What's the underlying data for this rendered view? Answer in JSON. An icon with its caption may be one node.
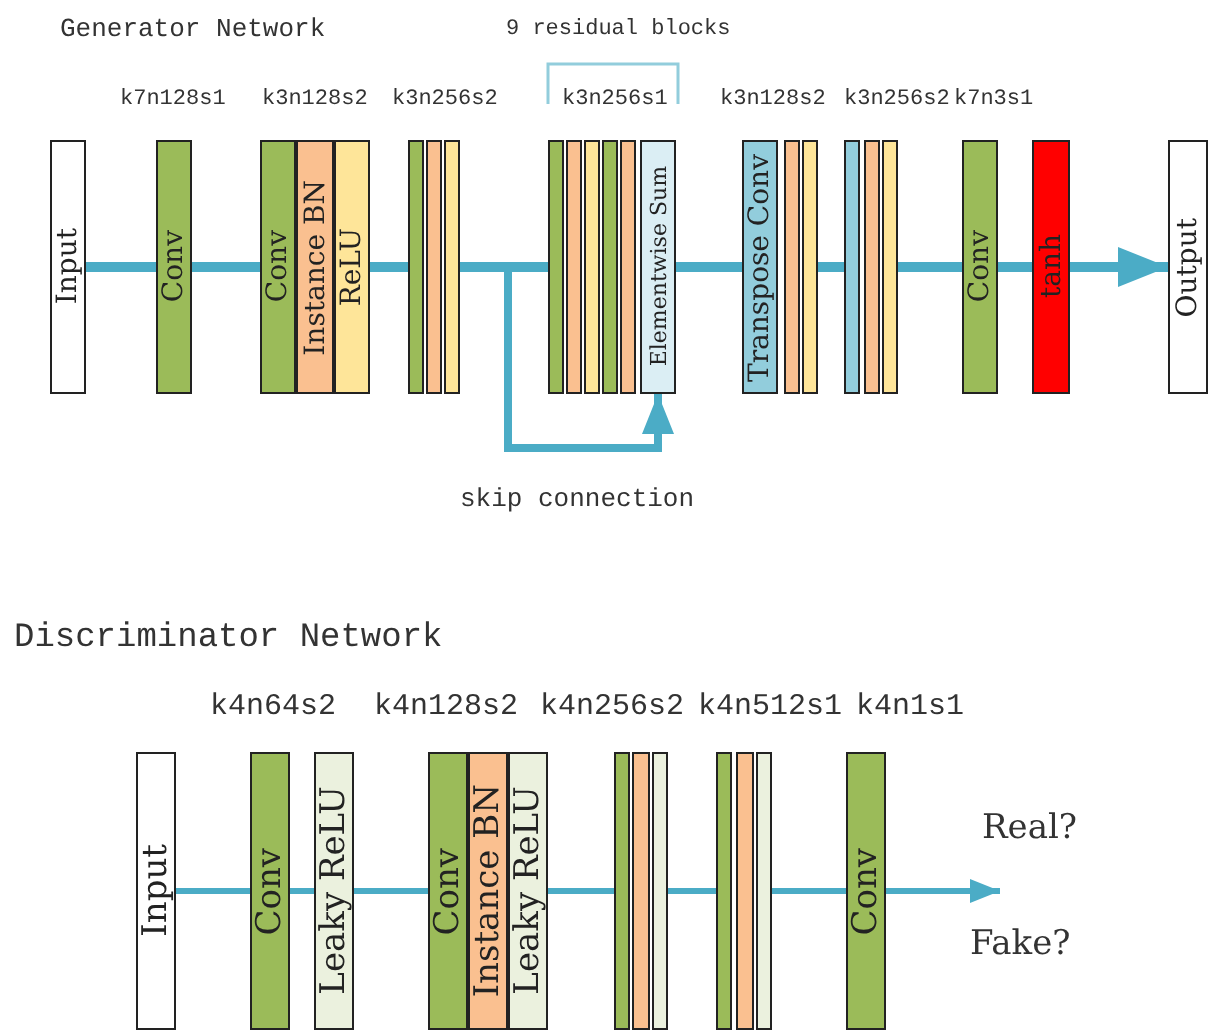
{
  "diagram": {
    "nodes": [
      {
        "text": [
          "Input"
        ]
      },
      {
        "text": [
          "Conv"
        ]
      },
      {
        "text": [
          "Conv"
        ]
      },
      {
        "text": [
          "Instance BN"
        ]
      },
      {
        "text": [
          "ReLU"
        ]
      },
      {
        "text": [],
        "shape": "bar"
      },
      {
        "text": [],
        "shape": "bar"
      },
      {
        "text": [],
        "shape": "bar"
      },
      {
        "text": [],
        "shape": "bar"
      },
      {
        "text": [],
        "shape": "bar"
      },
      {
        "text": [],
        "shape": "bar"
      },
      {
        "text": [],
        "shape": "bar"
      },
      {
        "text": [],
        "shape": "bar"
      },
      {
        "text": [
          "Elementwise Sum"
        ]
      },
      {
        "text": [
          "Transpose Conv"
        ]
      },
      {
        "text": [],
        "shape": "bar"
      },
      {
        "text": [],
        "shape": "bar"
      },
      {
        "text": [],
        "shape": "bar"
      },
      {
        "text": [],
        "shape": "bar"
      },
      {
        "text": [],
        "shape": "bar"
      },
      {
        "text": [
          "Conv"
        ]
      },
      {
        "text": [
          "tanh"
        ]
      },
      {
        "text": [
          "Output"
        ]
      },
      {
        "text": [
          "Input"
        ]
      },
      {
        "text": [
          "Conv"
        ]
      },
      {
        "text": [
          "Leaky ReLU"
        ]
      },
      {
        "text": [
          "Conv"
        ]
      },
      {
        "text": [
          "Instance BN"
        ]
      },
      {
        "text": [
          "Leaky ReLU"
        ]
      },
      {
        "text": [],
        "shape": "bar"
      },
      {
        "text": [],
        "shape": "bar"
      },
      {
        "text": [],
        "shape": "bar"
      },
      {
        "text": [],
        "shape": "bar"
      },
      {
        "text": [],
        "shape": "bar"
      },
      {
        "text": [],
        "shape": "bar"
      },
      {
        "text": [
          "Conv"
        ]
      }
    ],
    "edges": [
      {
        "from": 0,
        "to": 1,
        "arrow": "none"
      },
      {
        "from": 1,
        "to": 2,
        "arrow": "none"
      },
      {
        "from": 4,
        "to": 5,
        "arrow": "none"
      },
      {
        "from": 7,
        "to": 8,
        "arrow": "none"
      },
      {
        "from": 7,
        "to": 13,
        "arrow": "to",
        "label": "skip connection"
      },
      {
        "from": 13,
        "to": 14,
        "arrow": "none"
      },
      {
        "from": 16,
        "to": 17,
        "arrow": "none"
      },
      {
        "from": 19,
        "to": 20,
        "arrow": "none"
      },
      {
        "from": 20,
        "to": 21,
        "arrow": "none"
      },
      {
        "from": 21,
        "to": 22,
        "arrow": "to"
      },
      {
        "from": 23,
        "to": 24,
        "arrow": "none"
      },
      {
        "from": 24,
        "to": 25,
        "arrow": "none"
      },
      {
        "from": 25,
        "to": 26,
        "arrow": "none"
      },
      {
        "from": 28,
        "to": 29,
        "arrow": "none"
      },
      {
        "from": 31,
        "to": 32,
        "arrow": "none"
      },
      {
        "from": 34,
        "to": 35,
        "arrow": "none"
      },
      {
        "from": 35,
        "to": null,
        "arrow": "to"
      }
    ],
    "labels": [
      "Generator Network",
      "9 residual blocks",
      "k7n128s1",
      "k3n128s2",
      "k3n256s2",
      "k3n256s1",
      "k3n128s2",
      "k3n256s2",
      "k7n3s1",
      "Discriminator Network",
      "k4n64s2",
      "k4n128s2",
      "k4n256s2",
      "k4n512s1",
      "k4n1s1",
      "Real?",
      "Fake?"
    ]
  }
}
